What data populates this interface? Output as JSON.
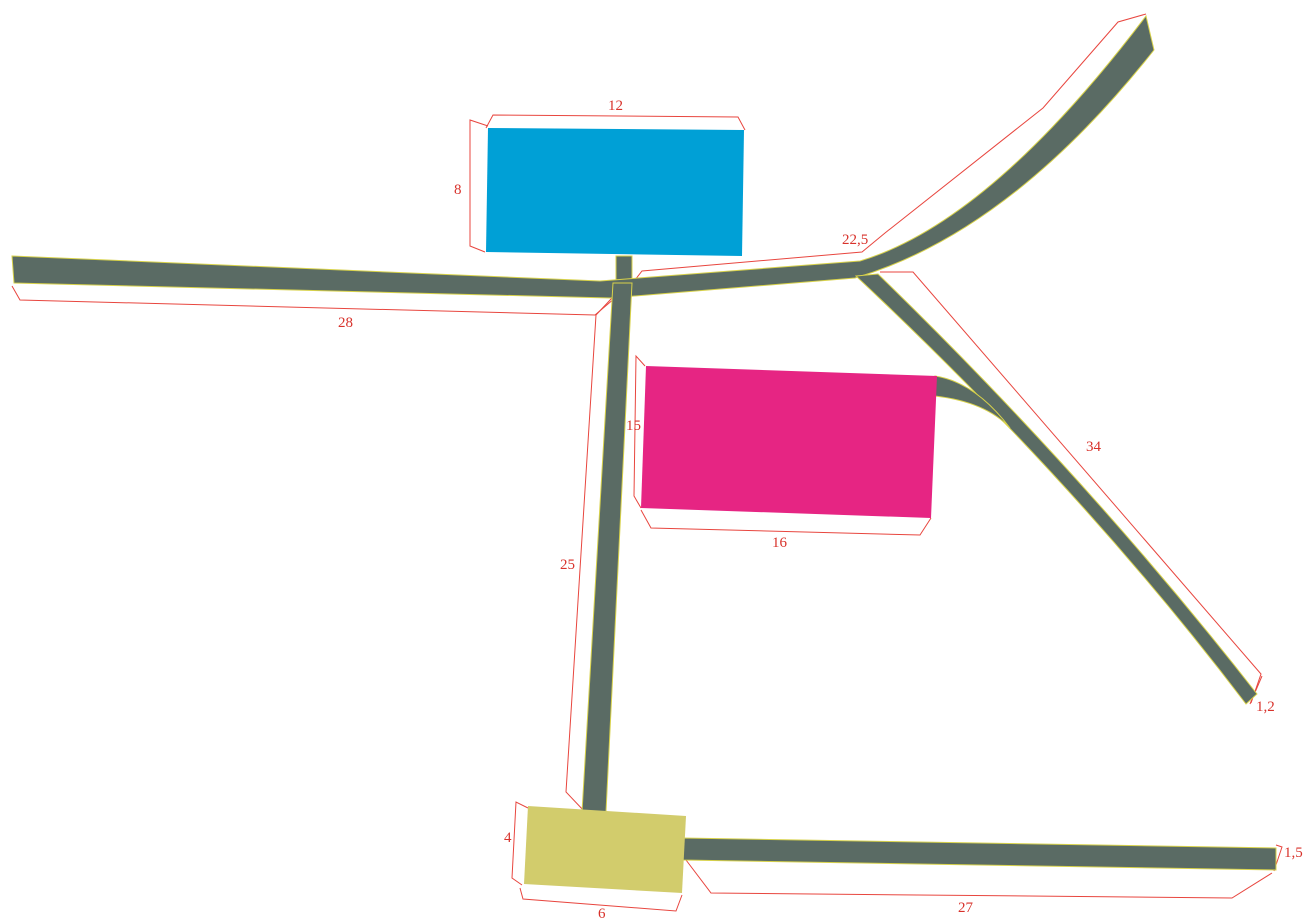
{
  "colors": {
    "road": "#5a6b64",
    "road_edge": "#d8d24a",
    "dimension_line": "#e8463f",
    "dimension_text": "#d8322b",
    "building_blue": "#00a0d6",
    "building_magenta": "#e62583",
    "building_yellow": "#d2cc6c"
  },
  "buildings": {
    "blue": {
      "width_label": "12",
      "height_label": "8"
    },
    "magenta": {
      "width_label": "16",
      "height_label": "15"
    },
    "yellow": {
      "width_label": "6",
      "height_label": "4"
    }
  },
  "roads": {
    "main_west": {
      "length_label": "28"
    },
    "curve_northeast": {
      "length_label": "22,5"
    },
    "diagonal_southeast": {
      "length_label": "34",
      "width_label": "1,2"
    },
    "vertical": {
      "length_label": "25"
    },
    "bottom_east": {
      "length_label": "27",
      "width_label": "1,5"
    }
  }
}
